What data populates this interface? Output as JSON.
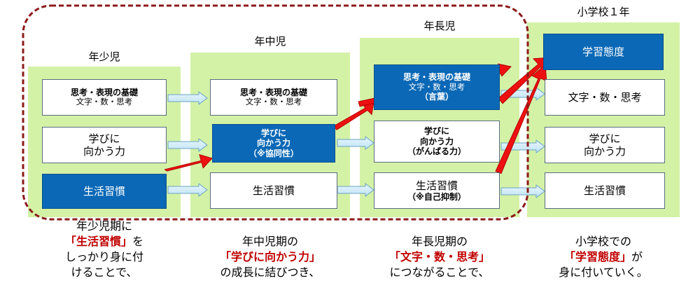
{
  "columns": {
    "nensho": {
      "title": "年少児",
      "box1": {
        "line1": "思考・表現の基礎",
        "line2": "文字・数・思考"
      },
      "box2": {
        "line1": "学びに",
        "line2": "向かう力"
      },
      "box3": {
        "label": "生活習慣"
      }
    },
    "nenchu": {
      "title": "年中児",
      "box1": {
        "line1": "思考・表現の基礎",
        "line2": "文字・数・思考"
      },
      "box2": {
        "line1": "学びに",
        "line2": "向かう力",
        "line3": "（※協同性）"
      },
      "box3": {
        "label": "生活習慣"
      }
    },
    "nencho": {
      "title": "年長児",
      "box1": {
        "line1": "思考・表現の基礎",
        "line2": "文字・数・思考",
        "line3": "（言葉）"
      },
      "box2": {
        "line1": "学びに",
        "line2": "向かう力",
        "line3": "（がんばる力）"
      },
      "box3": {
        "line1": "生活習慣",
        "line2": "（※自己抑制）"
      }
    },
    "shogakko": {
      "title": "小学校１年",
      "box0": {
        "label": "学習態度"
      },
      "box1": {
        "label": "文字・数・思考"
      },
      "box2": {
        "line1": "学びに",
        "line2": "向かう力"
      },
      "box3": {
        "label": "生活習慣"
      }
    }
  },
  "captions": {
    "nensho": {
      "l1": "年少児期に",
      "hl": "「生活習慣」",
      "l2_suffix": "を",
      "l3": "しっかり身に付",
      "l4": "けることで、"
    },
    "nenchu": {
      "l1": "年中児期の",
      "hl": "「学びに向かう力」",
      "l3": "の成長に結びつき、"
    },
    "nencho": {
      "l1": "年長児期の",
      "hl": "「文字・数・思考」",
      "l3": "につながることで、"
    },
    "shogakko": {
      "l1": "小学校での",
      "hl": "「学習態度」",
      "l2_suffix": "が",
      "l3": "身に付いていく。"
    }
  },
  "colors": {
    "column_bg": "#d4f2a6",
    "blue_box": "#0a68b6",
    "red_arrow": "#ee1111",
    "dashed_border": "#8b1a1a",
    "highlight_text": "#c00000"
  }
}
